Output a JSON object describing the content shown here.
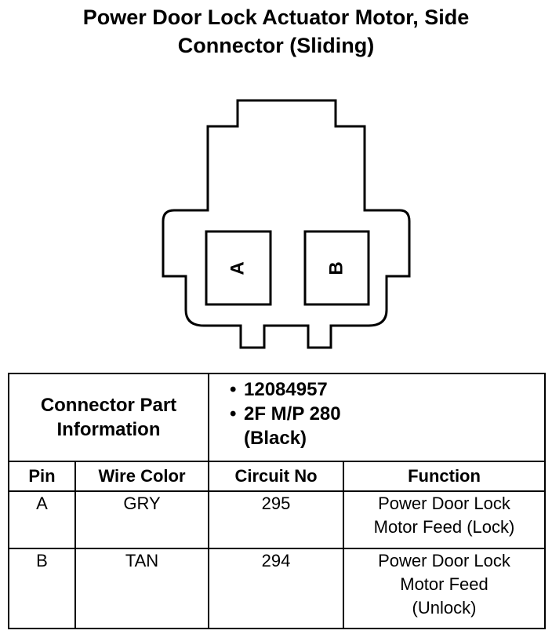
{
  "title": [
    "Power Door Lock Actuator Motor, Side",
    "Connector (Sliding)"
  ],
  "connector": {
    "pins": [
      "A",
      "B"
    ]
  },
  "part_info": {
    "label": [
      "Connector Part",
      "Information"
    ],
    "items": [
      "12084957",
      "2F M/P 280",
      "(Black)"
    ]
  },
  "columns": [
    "Pin",
    "Wire Color",
    "Circuit No",
    "Function"
  ],
  "rows": [
    {
      "pin": "A",
      "color": "GRY",
      "circuit": "295",
      "function": [
        "Power Door Lock",
        "Motor Feed (Lock)"
      ]
    },
    {
      "pin": "B",
      "color": "TAN",
      "circuit": "294",
      "function": [
        "Power Door Lock",
        "Motor Feed",
        "(Unlock)"
      ]
    }
  ]
}
